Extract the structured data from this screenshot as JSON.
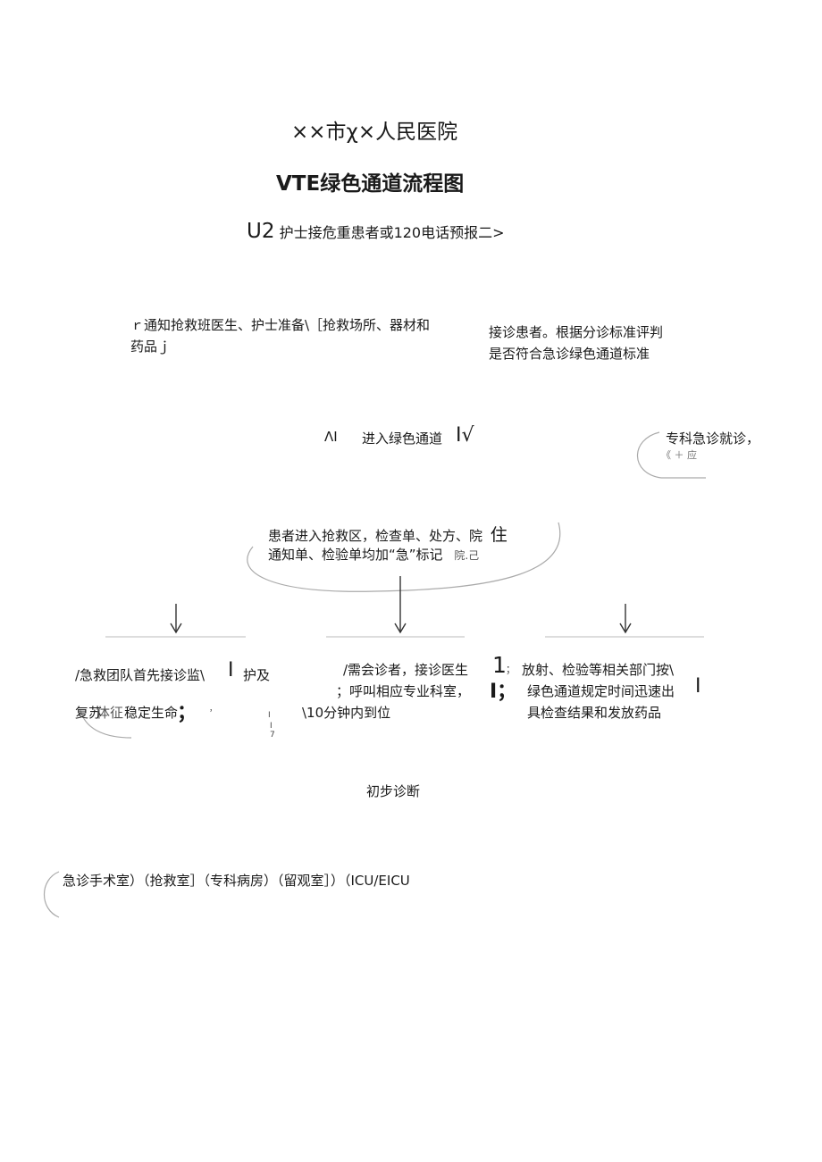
{
  "header": {
    "hospital": "××市χ×人民医院",
    "title": "VTE绿色通道流程图"
  },
  "step1": {
    "prefix": "U2",
    "text": "护士接危重患者或120电话预报二>"
  },
  "step2": {
    "left_line1": "ｒ通知抢救班医生、护士准备\\［抢救场所、器材和",
    "left_line2": "药品ｊ",
    "right_line1": "接诊患者。根据分诊标准评判",
    "right_line2": "是否符合急诊绿色通道标准"
  },
  "step3": {
    "mark_left": "ΛI",
    "text": "进入绿色通道",
    "mark_right": "I√",
    "side_text": "专科急诊就诊，",
    "side_text_sub": "《 ＋ 应"
  },
  "step4": {
    "line1": "患者进入抢救区，检查单、处方、院",
    "line1_tail": "住",
    "line2": "通知单、检验单均加“急”标记",
    "line2_tail": "院.己"
  },
  "branches": {
    "left_line1": "/急救团队首先接诊监\\",
    "left_mark": "I",
    "left_line1_tail": "护及",
    "left_line2_head": "复苏",
    "left_line2_overlay": "体征",
    "left_line2": "稳定生命",
    "left_semicolon": "；",
    "left_comma": "，",
    "middle_line1": "/需会诊者，接诊医生",
    "middle_num": "1",
    "middle_semi1": "；",
    "middle_line2": "；呼叫相应专业科室，",
    "middle_mark": "I；",
    "middle_line3": "\\10分钟内到位",
    "middle_tiny1": "I",
    "middle_tiny2": "I",
    "middle_tiny3": "7",
    "right_line1": "放射、检验等相关部门按\\",
    "right_line2": "绿色通道规定时间迅速出",
    "right_mark": "I",
    "right_line3": "具检查结果和发放药品"
  },
  "step5": {
    "text": "初步诊断"
  },
  "step6": {
    "text": "急诊手术室）（抢救室］（专科病房）（留观室］）（ICU/EICU"
  }
}
